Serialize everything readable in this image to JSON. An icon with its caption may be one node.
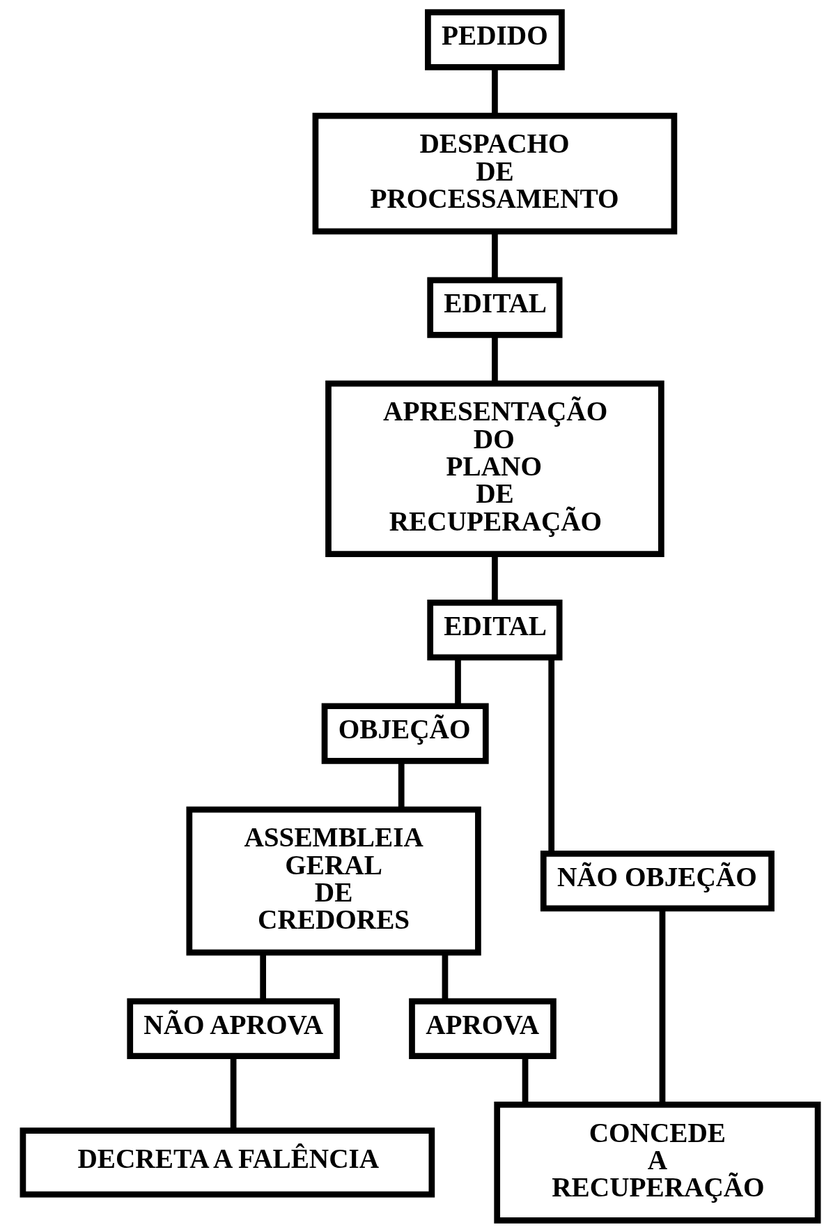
{
  "diagram": {
    "nodes": [
      {
        "text": [
          "PEDIDO"
        ]
      },
      {
        "text": [
          "DESPACHO DE PROCESSAMENTO"
        ]
      },
      {
        "text": [
          "EDITAL"
        ]
      },
      {
        "text": [
          "APRESENTAÇÃO DO PLANO DE RECUPERAÇÃO"
        ]
      },
      {
        "text": [
          "EDITAL"
        ]
      },
      {
        "text": [
          "OBJEÇÃO"
        ]
      },
      {
        "text": [
          "NÃO OBJEÇÃO"
        ]
      },
      {
        "text": [
          "ASSEMBLEIA GERAL DE CREDORES"
        ]
      },
      {
        "text": [
          "NÃO APROVA"
        ]
      },
      {
        "text": [
          "APROVA"
        ]
      },
      {
        "text": [
          "DECRETA A FALÊNCIA"
        ]
      },
      {
        "text": [
          "CONCEDE A RECUPERAÇÃO"
        ]
      }
    ],
    "edges": [
      {
        "from": 0,
        "to": 1,
        "arrow": "none"
      },
      {
        "from": 1,
        "to": 2,
        "arrow": "none"
      },
      {
        "from": 2,
        "to": 3,
        "arrow": "none"
      },
      {
        "from": 3,
        "to": 4,
        "arrow": "none"
      },
      {
        "from": 4,
        "to": 5,
        "arrow": "none"
      },
      {
        "from": 4,
        "to": 6,
        "arrow": "none"
      },
      {
        "from": 5,
        "to": 7,
        "arrow": "none"
      },
      {
        "from": 7,
        "to": 8,
        "arrow": "none"
      },
      {
        "from": 7,
        "to": 9,
        "arrow": "none"
      },
      {
        "from": 8,
        "to": 10,
        "arrow": "none"
      },
      {
        "from": 9,
        "to": 11,
        "arrow": "none"
      },
      {
        "from": 6,
        "to": 11,
        "arrow": "none"
      }
    ]
  }
}
